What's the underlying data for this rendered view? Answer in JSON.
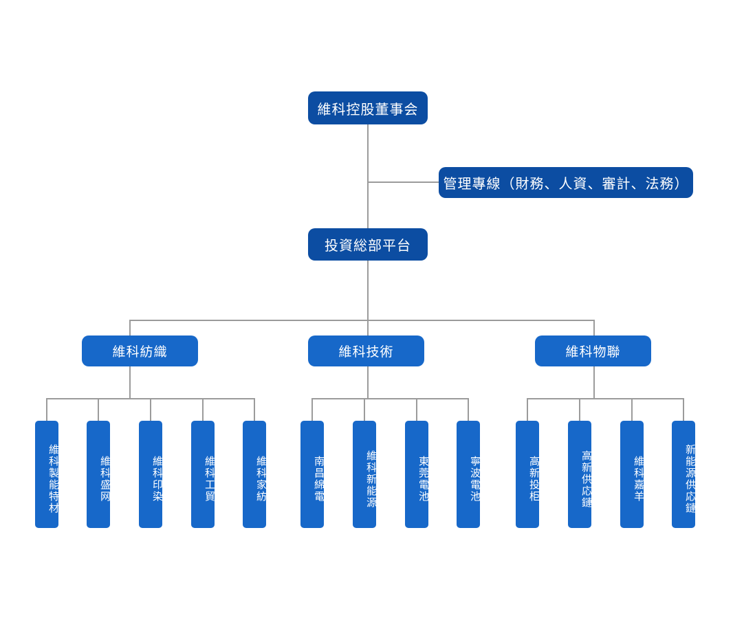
{
  "chart_data": {
    "type": "diagram",
    "title": "維科控股組織架構圖",
    "orientation": "top-down",
    "colors": {
      "level1_box": "#0c4da2",
      "level2_box": "#0c4da2",
      "staff_box": "#0c4da2",
      "division_box": "#1768c9",
      "subsidiary_box": "#1768c9",
      "connector_line": "#9b9b9b",
      "text": "#ffffff",
      "background": "#ffffff"
    },
    "nodes": {
      "root": {
        "id": "root",
        "label": "維科控股董事会",
        "level": 1
      },
      "staff": {
        "id": "staff",
        "label": "管理專線（財務、人資、審計、法務）",
        "level": 2,
        "attachment": "side-branch"
      },
      "platform": {
        "id": "platform",
        "label": "投資総部平台",
        "level": 2
      },
      "divisions": [
        {
          "id": "textile",
          "label": "維科紡織",
          "level": 3,
          "children": [
            {
              "id": "textile-1",
              "label": "維科製能特材"
            },
            {
              "id": "textile-2",
              "label": "維科盛网"
            },
            {
              "id": "textile-3",
              "label": "維科印染"
            },
            {
              "id": "textile-4",
              "label": "維科工貿"
            },
            {
              "id": "textile-5",
              "label": "維科家紡"
            }
          ]
        },
        {
          "id": "technology",
          "label": "維科技術",
          "level": 3,
          "children": [
            {
              "id": "tech-1",
              "label": "南昌綿電"
            },
            {
              "id": "tech-2",
              "label": "維科新能源"
            },
            {
              "id": "tech-3",
              "label": "東莞電池"
            },
            {
              "id": "tech-4",
              "label": "寧波電池"
            }
          ]
        },
        {
          "id": "iot",
          "label": "維科物聯",
          "level": 3,
          "children": [
            {
              "id": "iot-1",
              "label": "高新投柜"
            },
            {
              "id": "iot-2",
              "label": "高新供応鏈"
            },
            {
              "id": "iot-3",
              "label": "維科嘉羊"
            },
            {
              "id": "iot-4",
              "label": "新能源供応鏈"
            }
          ]
        }
      ]
    },
    "counts": {
      "levels": 4,
      "divisions": 3,
      "subsidiaries": 13
    }
  }
}
